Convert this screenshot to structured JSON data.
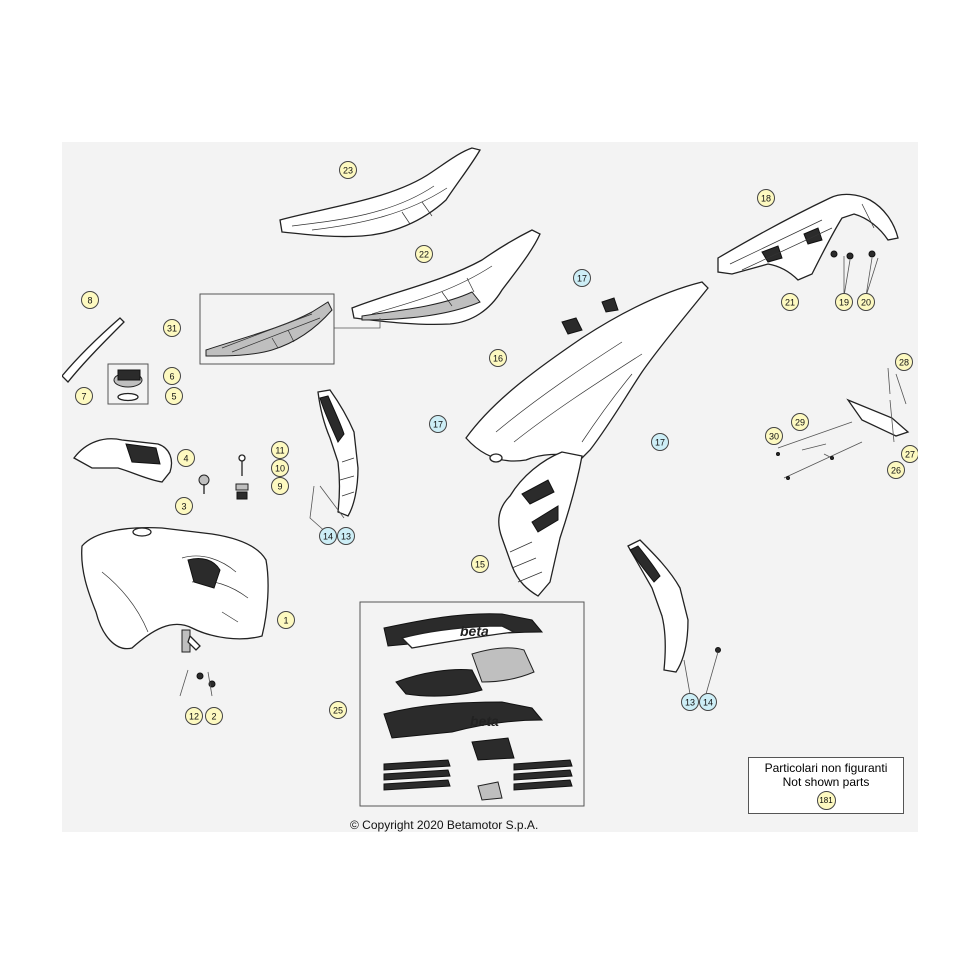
{
  "callouts": [
    {
      "id": "c1",
      "label": "1",
      "color": "#fdf9c0"
    },
    {
      "id": "c2",
      "label": "2",
      "color": "#fdf9c0"
    },
    {
      "id": "c3",
      "label": "3",
      "color": "#fdf9c0"
    },
    {
      "id": "c4",
      "label": "4",
      "color": "#fdf9c0"
    },
    {
      "id": "c5",
      "label": "5",
      "color": "#fdf9c0"
    },
    {
      "id": "c6",
      "label": "6",
      "color": "#fdf9c0"
    },
    {
      "id": "c7",
      "label": "7",
      "color": "#fdf9c0"
    },
    {
      "id": "c8",
      "label": "8",
      "color": "#fdf9c0"
    },
    {
      "id": "c9",
      "label": "9",
      "color": "#fdf9c0"
    },
    {
      "id": "c10",
      "label": "10",
      "color": "#fdf9c0"
    },
    {
      "id": "c11",
      "label": "11",
      "color": "#fdf9c0"
    },
    {
      "id": "c12",
      "label": "12",
      "color": "#fdf9c0"
    },
    {
      "id": "c13a",
      "label": "13",
      "color": "#cdeef6"
    },
    {
      "id": "c14a",
      "label": "14",
      "color": "#cdeef6"
    },
    {
      "id": "c13b",
      "label": "13",
      "color": "#cdeef6"
    },
    {
      "id": "c14b",
      "label": "14",
      "color": "#cdeef6"
    },
    {
      "id": "c15",
      "label": "15",
      "color": "#fdf9c0"
    },
    {
      "id": "c16",
      "label": "16",
      "color": "#fdf9c0"
    },
    {
      "id": "c17a",
      "label": "17",
      "color": "#cdeef6"
    },
    {
      "id": "c17b",
      "label": "17",
      "color": "#cdeef6"
    },
    {
      "id": "c17c",
      "label": "17",
      "color": "#cdeef6"
    },
    {
      "id": "c18",
      "label": "18",
      "color": "#fdf9c0"
    },
    {
      "id": "c19",
      "label": "19",
      "color": "#fdf9c0"
    },
    {
      "id": "c20",
      "label": "20",
      "color": "#fdf9c0"
    },
    {
      "id": "c21",
      "label": "21",
      "color": "#fdf9c0"
    },
    {
      "id": "c22",
      "label": "22",
      "color": "#fdf9c0"
    },
    {
      "id": "c23",
      "label": "23",
      "color": "#fdf9c0"
    },
    {
      "id": "c25",
      "label": "25",
      "color": "#fdf9c0"
    },
    {
      "id": "c26",
      "label": "26",
      "color": "#fdf9c0"
    },
    {
      "id": "c27",
      "label": "27",
      "color": "#fdf9c0"
    },
    {
      "id": "c28",
      "label": "28",
      "color": "#fdf9c0"
    },
    {
      "id": "c29",
      "label": "29",
      "color": "#fdf9c0"
    },
    {
      "id": "c30",
      "label": "30",
      "color": "#fdf9c0"
    },
    {
      "id": "c31",
      "label": "31",
      "color": "#fdf9c0"
    }
  ],
  "not_shown_box": {
    "line1": "Particolari non figuranti",
    "line2": "Not shown parts",
    "badge": "181"
  },
  "decal_brand": "beta",
  "copyright": "© Copyright 2020 Betamotor S.p.A."
}
